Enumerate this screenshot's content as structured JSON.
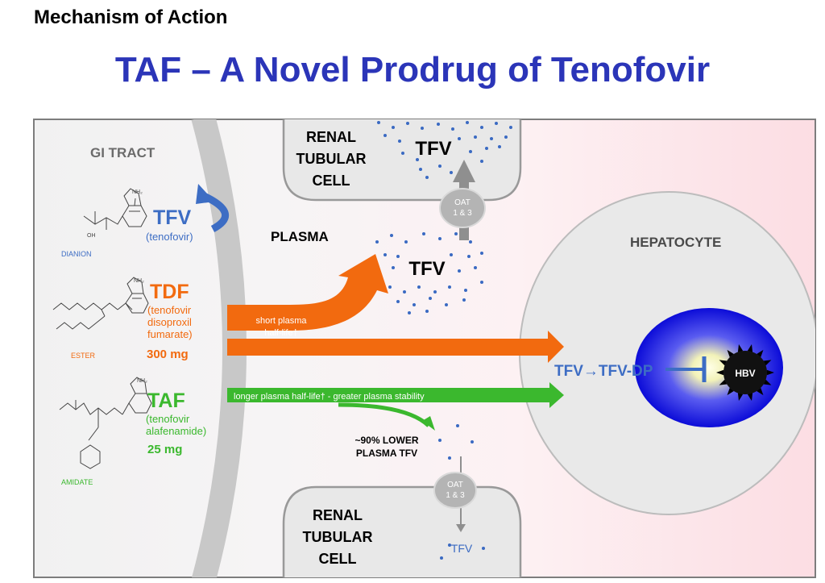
{
  "header": {
    "section": "Mechanism of Action",
    "title": "TAF – A Novel Prodrug of Tenofovir"
  },
  "regions": {
    "gi_tract": "GI TRACT",
    "plasma": "PLASMA",
    "hepatocyte": "HEPATOCYTE",
    "renal_cell": [
      "RENAL",
      "TUBULAR",
      "CELL"
    ]
  },
  "drugs": {
    "tfv": {
      "name": "TFV",
      "sub": [
        "(tenofovir)"
      ],
      "form": "DIANION",
      "color": "#3d6dc4"
    },
    "tdf": {
      "name": "TDF",
      "sub": [
        "(tenofovir",
        "disoproxil",
        "fumarate)"
      ],
      "dose": "300 mg",
      "form": "ESTER",
      "color": "#f26a0f"
    },
    "taf": {
      "name": "TAF",
      "sub": [
        "(tenofovir",
        "alafenamide)"
      ],
      "dose": "25 mg",
      "form": "AMIDATE",
      "color": "#3bb82e"
    }
  },
  "labels": {
    "tfv": "TFV",
    "oat": [
      "OAT",
      "1 & 3"
    ],
    "tdf_arrow": [
      "short plasma",
      "half-life†"
    ],
    "taf_arrow": "longer plasma half-life†  -  greater plasma stability",
    "lower_tfv": [
      "~90% LOWER",
      "PLASMA TFV"
    ],
    "tfv_conversion": "TFV→TFV-DP",
    "hbv": "HBV",
    "nh2": "NH₂",
    "oh": "OH"
  },
  "colors": {
    "title": "#2b35b8",
    "tdf": "#f26a0f",
    "taf": "#3bb82e",
    "dots": "#3a6ac2",
    "cell_gray": "#e6e6e6",
    "nucleus": "#1a1ae0"
  }
}
